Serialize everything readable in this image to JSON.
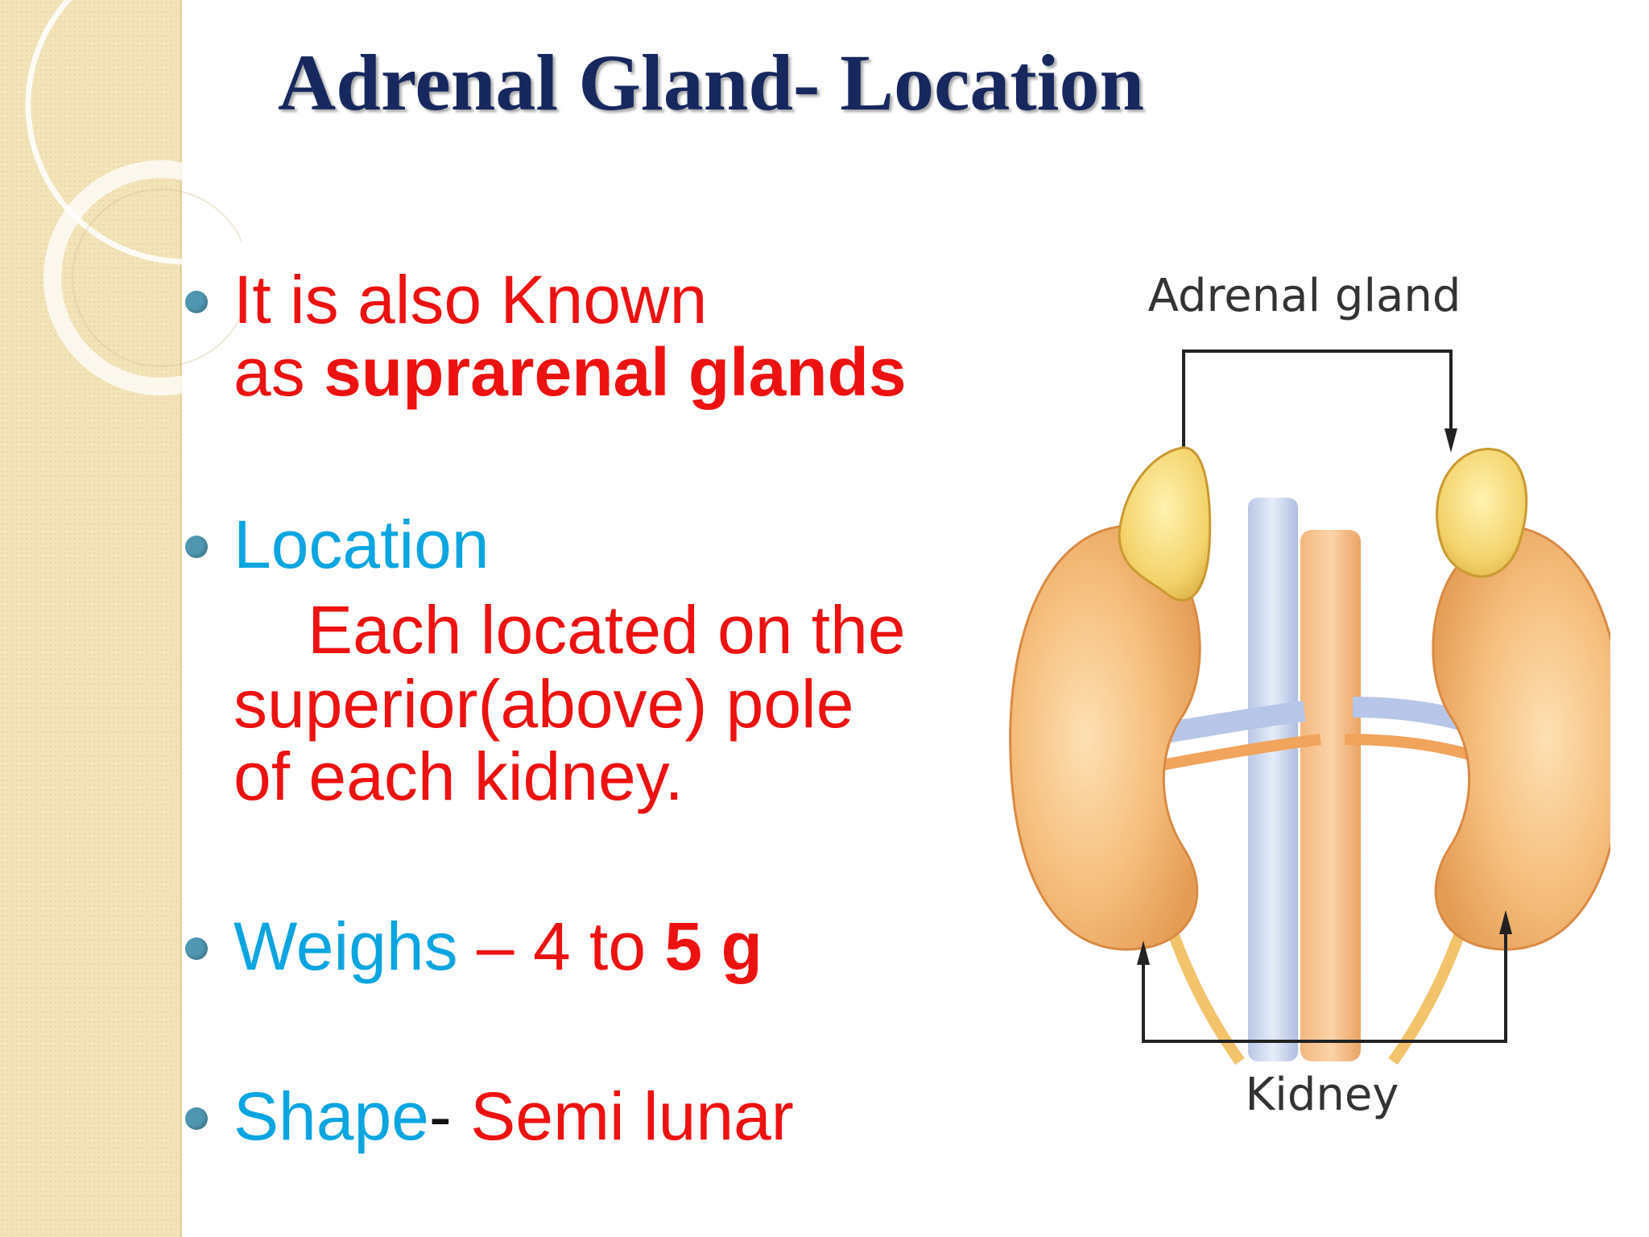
{
  "slide": {
    "title": "Adrenal Gland- Location"
  },
  "bullets": {
    "known_as": {
      "line1": "It is also Known",
      "line2_prefix": "as ",
      "line2_bold": "suprarenal glands"
    },
    "location": {
      "heading": "Location",
      "line1": "Each located on the",
      "line2": "superior(above) pole",
      "line3": "of each kidney."
    },
    "weighs": {
      "label": "Weighs",
      "middle": " – 4 to ",
      "bold": "5 g"
    },
    "shape": {
      "label": "Shape",
      "dash": "-",
      "value": " Semi lunar"
    }
  },
  "figure": {
    "label_top": "Adrenal gland",
    "label_bottom": "Kidney"
  },
  "colors": {
    "title": "#17285e",
    "red_text": "#ee1111",
    "blue_text": "#0aa5e0",
    "bullet": "#4f97b0",
    "side_band": "#f2e3b8"
  }
}
